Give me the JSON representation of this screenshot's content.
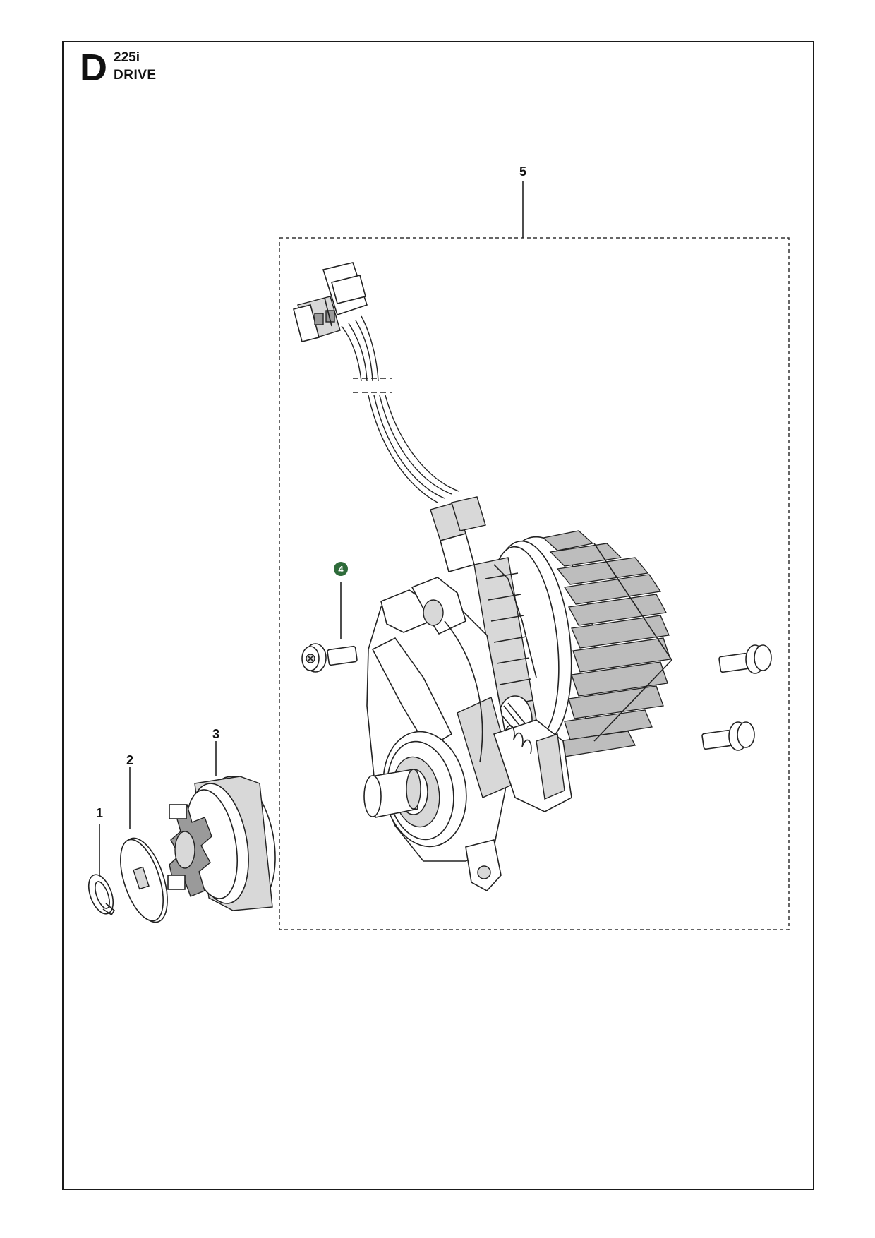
{
  "header": {
    "section_letter": "D",
    "model": "225i",
    "title": "DRIVE"
  },
  "callouts": [
    {
      "id": "1",
      "label": "1",
      "part": "circlip"
    },
    {
      "id": "2",
      "label": "2",
      "part": "washer"
    },
    {
      "id": "3",
      "label": "3",
      "part": "drive-sprocket"
    },
    {
      "id": "4",
      "label": "4",
      "part": "screw",
      "highlighted": true
    },
    {
      "id": "5",
      "label": "5",
      "part": "motor-assembly"
    }
  ],
  "colors": {
    "highlight_badge": "#2e6b3a",
    "line": "#222222",
    "frame": "#1a1a1a"
  }
}
